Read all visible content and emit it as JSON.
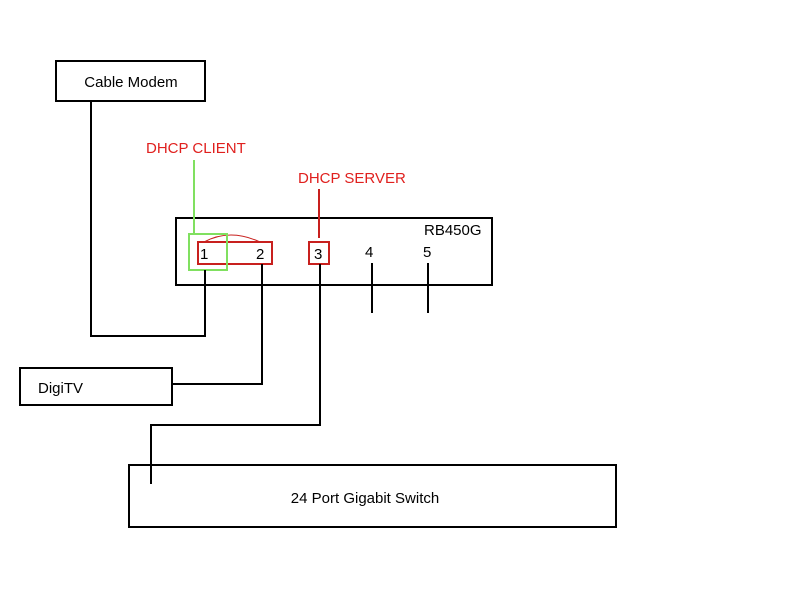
{
  "devices": {
    "cable_modem": "Cable Modem",
    "router": "RB450G",
    "digitv": "DigiTV",
    "switch": "24 Port Gigabit Switch"
  },
  "ports": [
    "1",
    "2",
    "3",
    "4",
    "5"
  ],
  "annotations": {
    "dhcp_client": "DHCP CLIENT",
    "dhcp_server": "DHCP  SERVER"
  },
  "colors": {
    "line": "#000000",
    "red": "#e0201e",
    "red_box": "#c8201e",
    "green": "#80e060"
  }
}
